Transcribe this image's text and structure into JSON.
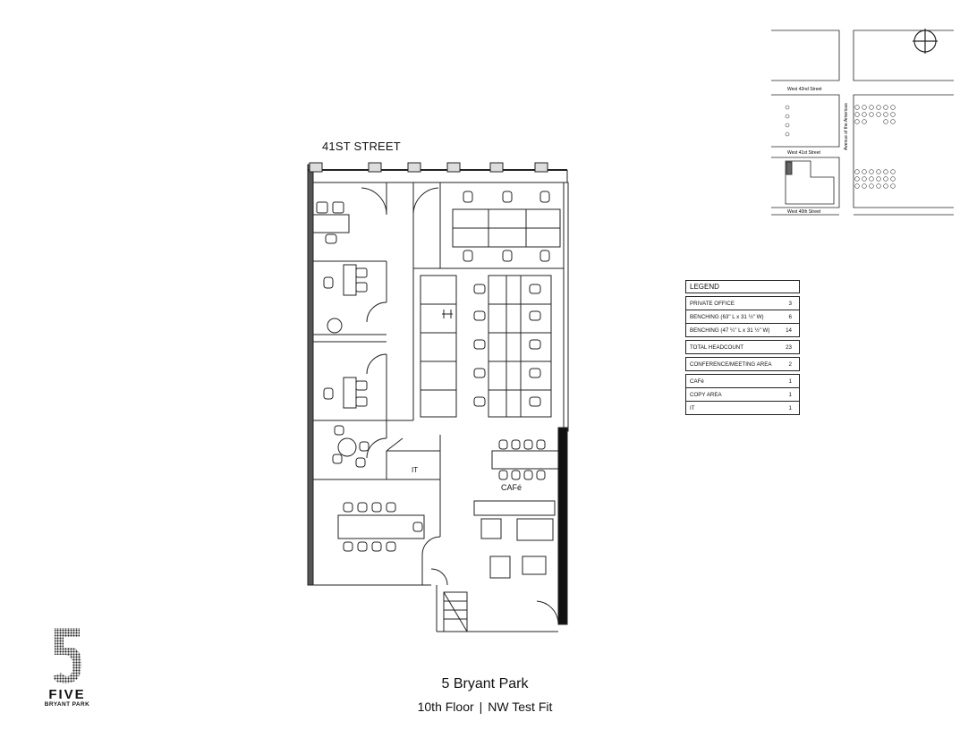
{
  "plan": {
    "street": "41ST STREET",
    "rooms": {
      "it": "IT",
      "cafe": "CAFé"
    }
  },
  "keymap": {
    "streets": [
      "West 42nd Street",
      "West 41st Street",
      "West 40th Street"
    ],
    "avenue": "Avenue of the Americas",
    "icon": "north-arrow-icon"
  },
  "legend": {
    "title": "LEGEND",
    "groups": [
      [
        {
          "label": "PRIVATE OFFICE",
          "value": "3"
        },
        {
          "label": "BENCHING (63\" L x 31 ½\" W)",
          "value": "6"
        },
        {
          "label": "BENCHING (47 ¼\" L x 31 ½\" W)",
          "value": "14"
        }
      ],
      [
        {
          "label": "TOTAL HEADCOUNT",
          "value": "23"
        }
      ],
      [
        {
          "label": "CONFERENCE/MEETING AREA",
          "value": "2"
        }
      ],
      [
        {
          "label": "CAFé",
          "value": "1"
        },
        {
          "label": "COPY AREA",
          "value": "1"
        },
        {
          "label": "IT",
          "value": "1"
        }
      ]
    ]
  },
  "logo": {
    "name": "FIVE",
    "sub": "BRYANT PARK",
    "icon": "five-logo-icon"
  },
  "caption": {
    "title": "5 Bryant Park",
    "floor": "10th Floor",
    "separator": "|",
    "fit": "NW Test Fit"
  }
}
